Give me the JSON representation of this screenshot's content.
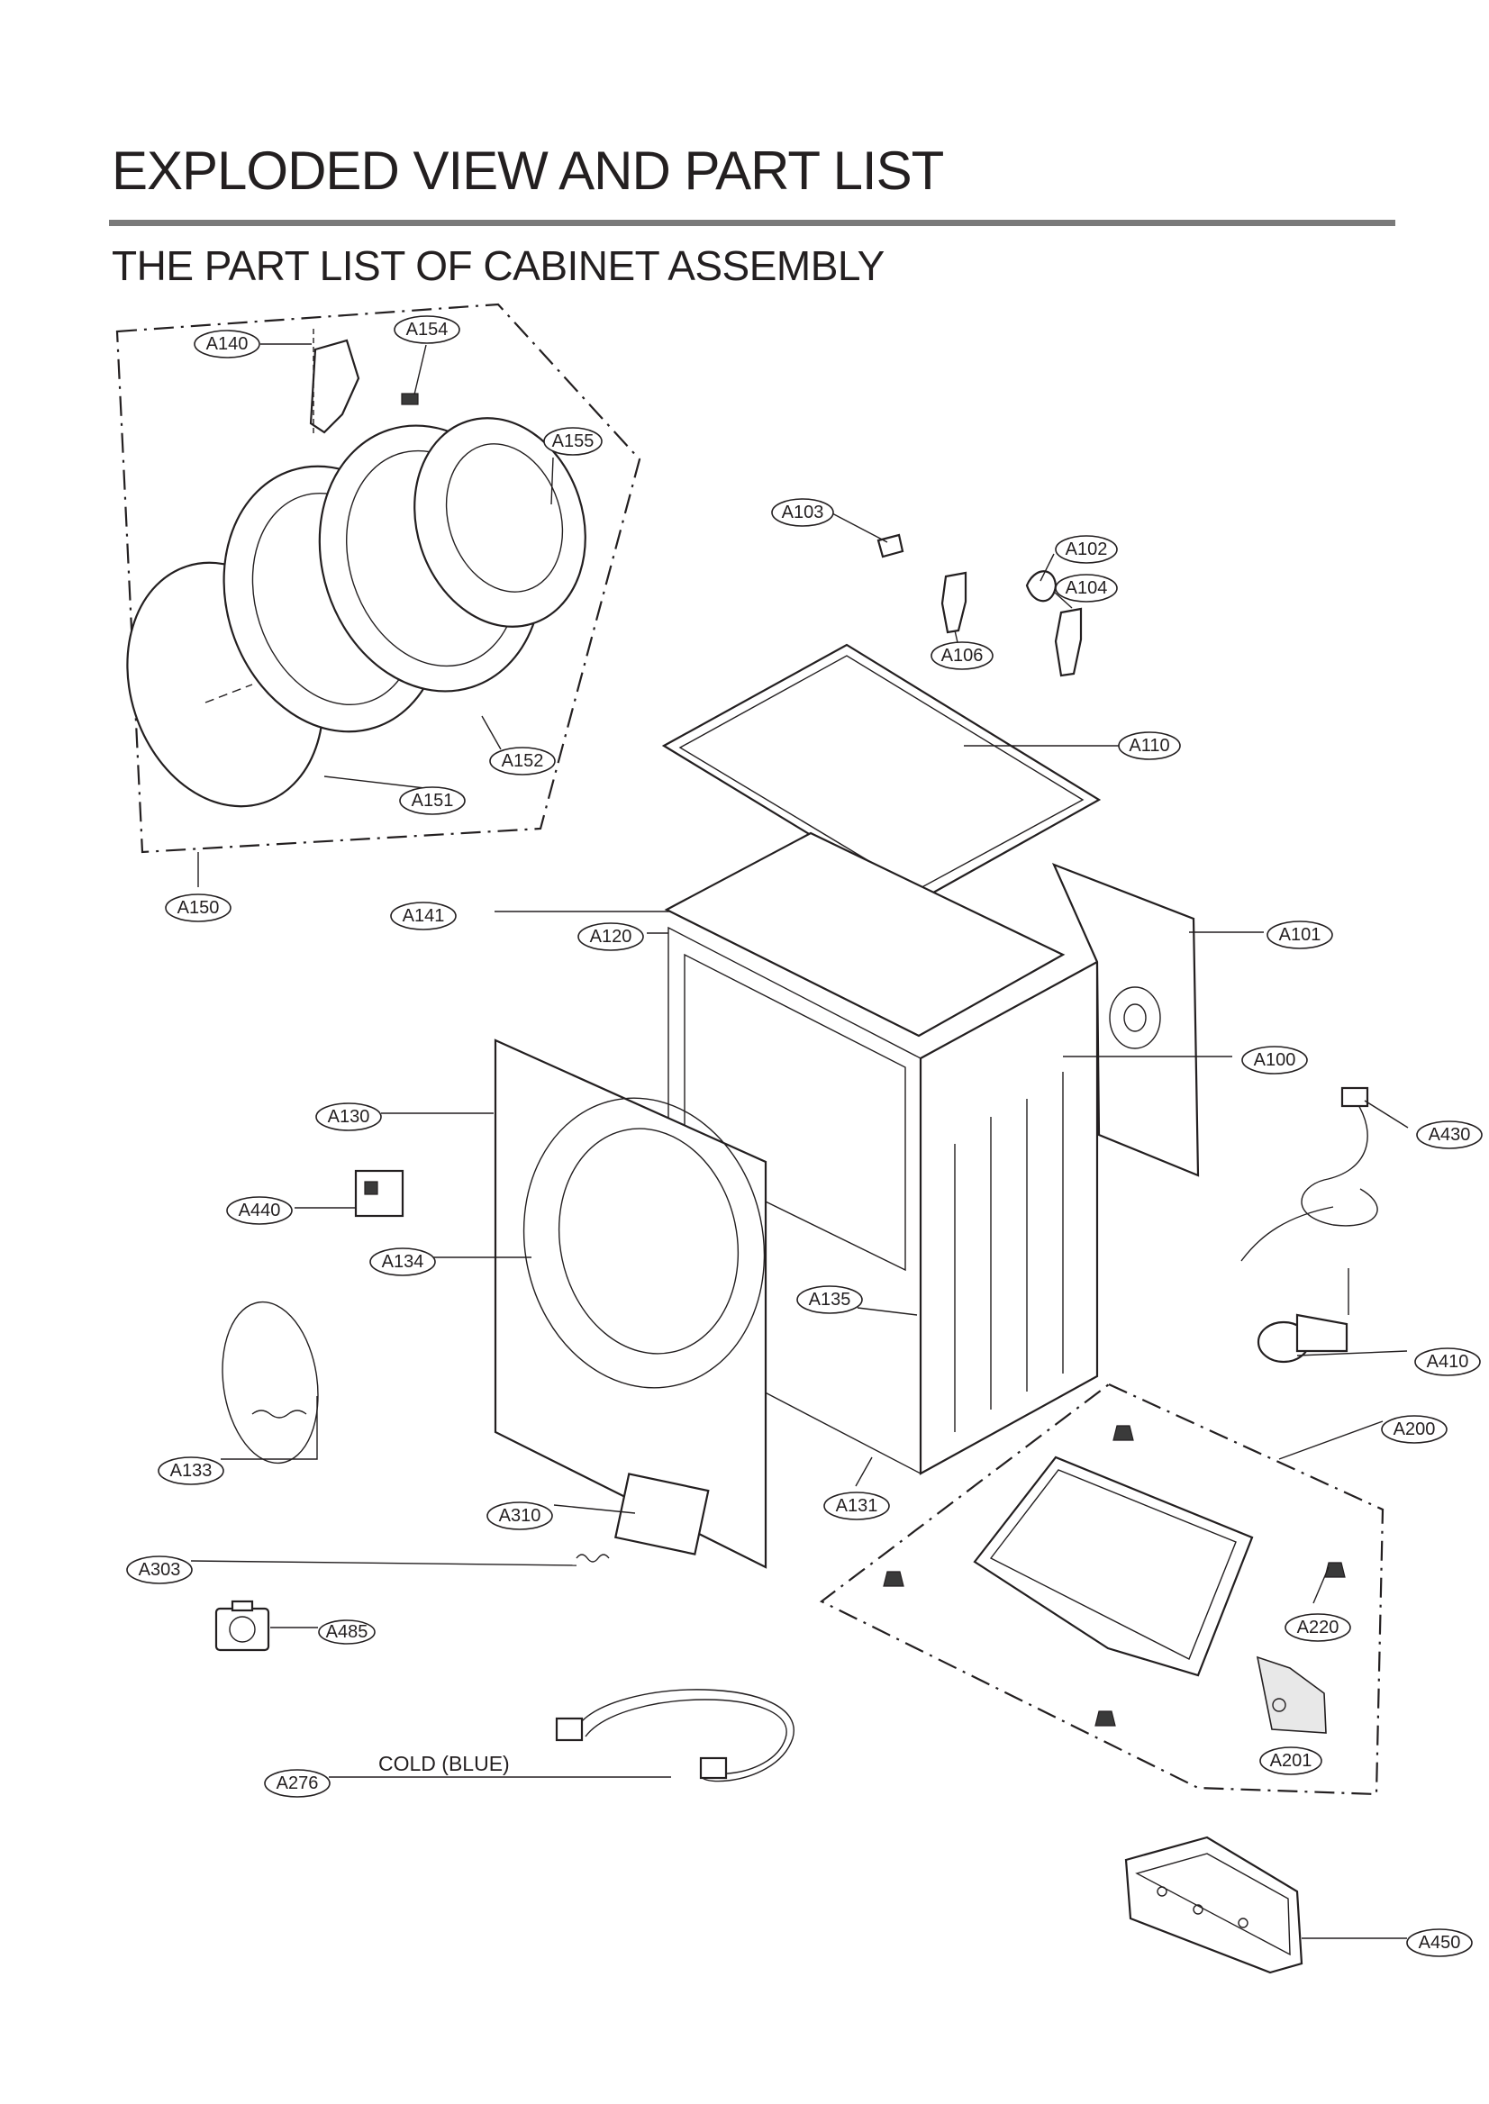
{
  "header": {
    "title": "EXPLODED VIEW AND PART LIST",
    "subtitle": "THE PART LIST OF CABINET ASSEMBLY"
  },
  "callouts": [
    {
      "id": "a140",
      "label": "A140"
    },
    {
      "id": "a154",
      "label": "A154"
    },
    {
      "id": "a155",
      "label": "A155"
    },
    {
      "id": "a152",
      "label": "A152"
    },
    {
      "id": "a151",
      "label": "A151"
    },
    {
      "id": "a150",
      "label": "A150"
    },
    {
      "id": "a103",
      "label": "A103"
    },
    {
      "id": "a102",
      "label": "A102"
    },
    {
      "id": "a104",
      "label": "A104"
    },
    {
      "id": "a106",
      "label": "A106"
    },
    {
      "id": "a110",
      "label": "A110"
    },
    {
      "id": "a141",
      "label": "A141"
    },
    {
      "id": "a120",
      "label": "A120"
    },
    {
      "id": "a101",
      "label": "A101"
    },
    {
      "id": "a100",
      "label": "A100"
    },
    {
      "id": "a130",
      "label": "A130"
    },
    {
      "id": "a430",
      "label": "A430"
    },
    {
      "id": "a440",
      "label": "A440"
    },
    {
      "id": "a134",
      "label": "A134"
    },
    {
      "id": "a135",
      "label": "A135"
    },
    {
      "id": "a410",
      "label": "A410"
    },
    {
      "id": "a200",
      "label": "A200"
    },
    {
      "id": "a133",
      "label": "A133"
    },
    {
      "id": "a131",
      "label": "A131"
    },
    {
      "id": "a310",
      "label": "A310"
    },
    {
      "id": "a303",
      "label": "A303"
    },
    {
      "id": "a220",
      "label": "A220"
    },
    {
      "id": "a485",
      "label": "A485"
    },
    {
      "id": "a201",
      "label": "A201"
    },
    {
      "id": "a276",
      "label": "A276"
    },
    {
      "id": "a450",
      "label": "A450"
    }
  ],
  "notes": {
    "hose_note": "COLD (BLUE)"
  }
}
